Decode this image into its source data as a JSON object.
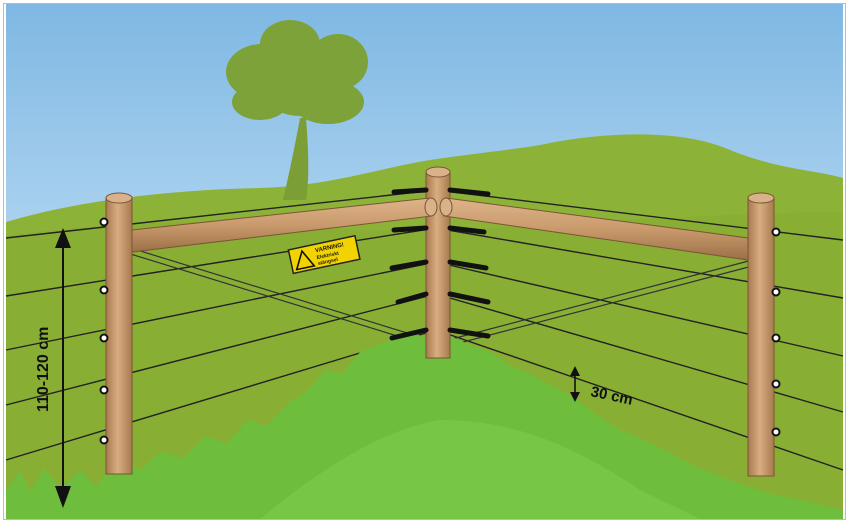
{
  "labels": {
    "fence_height": "110-120 cm",
    "wire_spacing": "30 cm"
  },
  "warning_sign": {
    "title": "VARNING!",
    "line1": "Elektriskt",
    "line2": "stängsel"
  },
  "colors": {
    "sky_top": "#7fb8e3",
    "sky_bottom": "#dcefff",
    "hill": "#8eb23b",
    "ground": "#86ad34",
    "grass": "#6dbd3a",
    "tree": "#7ea23a",
    "post": "#c99a6c",
    "post_shadow": "#a87a4f",
    "wire": "#222222",
    "insulator": "#111111",
    "sign": "#f2d200"
  },
  "icons": {
    "warning": "warning-triangle-icon",
    "arrow": "double-arrow-icon"
  }
}
